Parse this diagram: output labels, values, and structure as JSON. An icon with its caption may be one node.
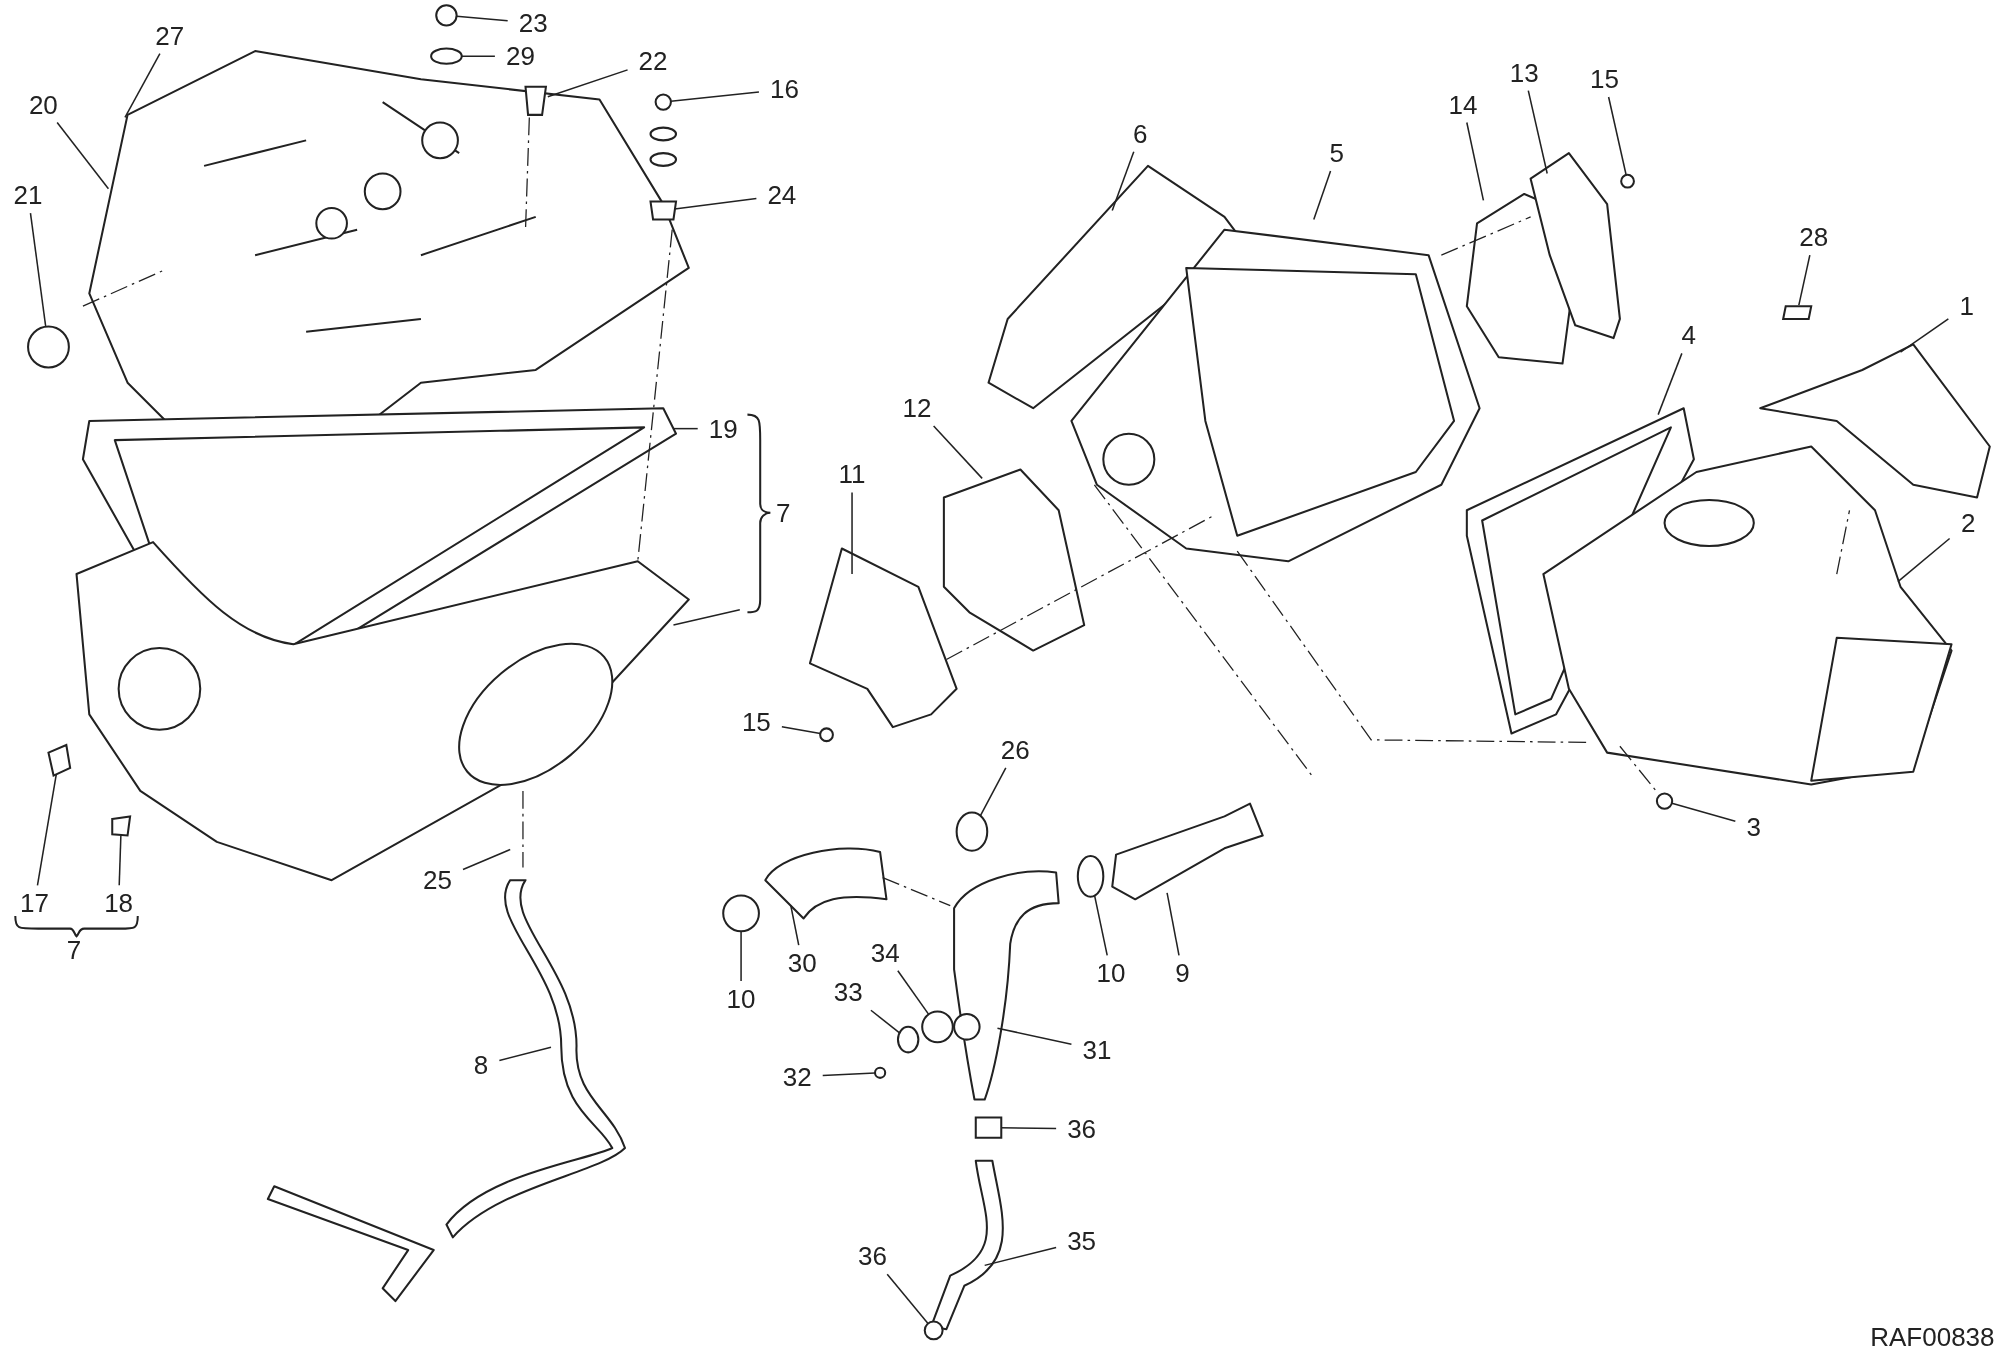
{
  "diagram": {
    "nodes": [
      {
        "text": [
          "27"
        ]
      },
      {
        "text": [
          "23"
        ]
      },
      {
        "text": [
          "29"
        ]
      },
      {
        "text": [
          "22"
        ]
      },
      {
        "text": [
          "16"
        ]
      },
      {
        "text": [
          "20"
        ]
      },
      {
        "text": [
          "21"
        ]
      },
      {
        "text": [
          "24"
        ]
      },
      {
        "text": [
          "19"
        ]
      },
      {
        "text": [
          "17"
        ]
      },
      {
        "text": [
          "18"
        ]
      },
      {
        "text": [
          "25"
        ]
      },
      {
        "text": [
          "8"
        ]
      },
      {
        "text": [
          "6"
        ]
      },
      {
        "text": [
          "5"
        ]
      },
      {
        "text": [
          "14"
        ]
      },
      {
        "text": [
          "13"
        ]
      },
      {
        "text": [
          "15"
        ]
      },
      {
        "text": [
          "28"
        ]
      },
      {
        "text": [
          "1"
        ]
      },
      {
        "text": [
          "4"
        ]
      },
      {
        "text": [
          "2"
        ]
      },
      {
        "text": [
          "3"
        ]
      },
      {
        "text": [
          "12"
        ]
      },
      {
        "text": [
          "11"
        ]
      },
      {
        "text": [
          "15"
        ]
      },
      {
        "text": [
          "26"
        ]
      },
      {
        "text": [
          "30"
        ]
      },
      {
        "text": [
          "10"
        ]
      },
      {
        "text": [
          "10"
        ]
      },
      {
        "text": [
          "9"
        ]
      },
      {
        "text": [
          "34"
        ]
      },
      {
        "text": [
          "33"
        ]
      },
      {
        "text": [
          "32"
        ]
      },
      {
        "text": [
          "31"
        ]
      },
      {
        "text": [
          "36"
        ]
      },
      {
        "text": [
          "35"
        ]
      },
      {
        "text": [
          "36"
        ]
      },
      {
        "text": [],
        "shape": "circle"
      },
      {
        "text": [],
        "shape": "circle"
      },
      {
        "text": [],
        "shape": "box"
      },
      {
        "text": [],
        "shape": "circle"
      },
      {
        "text": [],
        "shape": "circle"
      },
      {
        "text": [],
        "shape": "box"
      },
      {
        "text": [],
        "shape": "box"
      },
      {
        "text": [],
        "shape": "box"
      },
      {
        "text": [],
        "shape": "circle"
      },
      {
        "text": [],
        "shape": "box"
      },
      {
        "text": [],
        "shape": "circle"
      },
      {
        "text": [],
        "shape": "circle"
      },
      {
        "text": [],
        "shape": "circle"
      },
      {
        "text": [],
        "shape": "circle"
      },
      {
        "text": [],
        "shape": "circle"
      },
      {
        "text": [],
        "shape": "circle"
      },
      {
        "text": [],
        "shape": "circle"
      },
      {
        "text": [],
        "shape": "box"
      },
      {
        "text": [],
        "shape": "circle"
      },
      {
        "text": [],
        "shape": "circle"
      }
    ],
    "edges": [
      {
        "from": 0,
        "to": null,
        "arrow": "none"
      },
      {
        "from": 1,
        "to": 38,
        "arrow": "none"
      },
      {
        "from": 2,
        "to": 39,
        "arrow": "none"
      },
      {
        "from": 3,
        "to": 40,
        "arrow": "none"
      },
      {
        "from": 4,
        "to": 41,
        "arrow": "none"
      },
      {
        "from": 5,
        "to": null,
        "arrow": "none"
      },
      {
        "from": 6,
        "to": 42,
        "arrow": "none"
      },
      {
        "from": 7,
        "to": 43,
        "arrow": "none"
      },
      {
        "from": 8,
        "to": null,
        "arrow": "none"
      },
      {
        "from": 9,
        "to": 44,
        "arrow": "none"
      },
      {
        "from": 10,
        "to": 45,
        "arrow": "none"
      },
      {
        "from": 11,
        "to": null,
        "arrow": "none"
      },
      {
        "from": 12,
        "to": null,
        "arrow": "none"
      },
      {
        "from": 13,
        "to": null,
        "arrow": "none"
      },
      {
        "from": 14,
        "to": null,
        "arrow": "none"
      },
      {
        "from": 15,
        "to": null,
        "arrow": "none"
      },
      {
        "from": 16,
        "to": null,
        "arrow": "none"
      },
      {
        "from": 17,
        "to": 46,
        "arrow": "none"
      },
      {
        "from": 18,
        "to": 47,
        "arrow": "none"
      },
      {
        "from": 19,
        "to": null,
        "arrow": "none"
      },
      {
        "from": 20,
        "to": null,
        "arrow": "none"
      },
      {
        "from": 21,
        "to": null,
        "arrow": "none"
      },
      {
        "from": 22,
        "to": 54,
        "arrow": "none"
      },
      {
        "from": 23,
        "to": null,
        "arrow": "none"
      },
      {
        "from": 24,
        "to": null,
        "arrow": "none"
      },
      {
        "from": 25,
        "to": 48,
        "arrow": "none"
      },
      {
        "from": 26,
        "to": 57,
        "arrow": "none"
      },
      {
        "from": 27,
        "to": null,
        "arrow": "none"
      },
      {
        "from": 28,
        "to": 52,
        "arrow": "none"
      },
      {
        "from": 29,
        "to": 56,
        "arrow": "none"
      },
      {
        "from": 30,
        "to": null,
        "arrow": "none"
      },
      {
        "from": 31,
        "to": 53,
        "arrow": "none"
      },
      {
        "from": 32,
        "to": 49,
        "arrow": "none"
      },
      {
        "from": 33,
        "to": 50,
        "arrow": "none"
      },
      {
        "from": 34,
        "to": null,
        "arrow": "none"
      },
      {
        "from": 35,
        "to": 55,
        "arrow": "none"
      },
      {
        "from": 36,
        "to": null,
        "arrow": "none"
      },
      {
        "from": 37,
        "to": 51,
        "arrow": "none"
      }
    ],
    "labels": [
      "7",
      "7",
      "RAF00838"
    ]
  }
}
